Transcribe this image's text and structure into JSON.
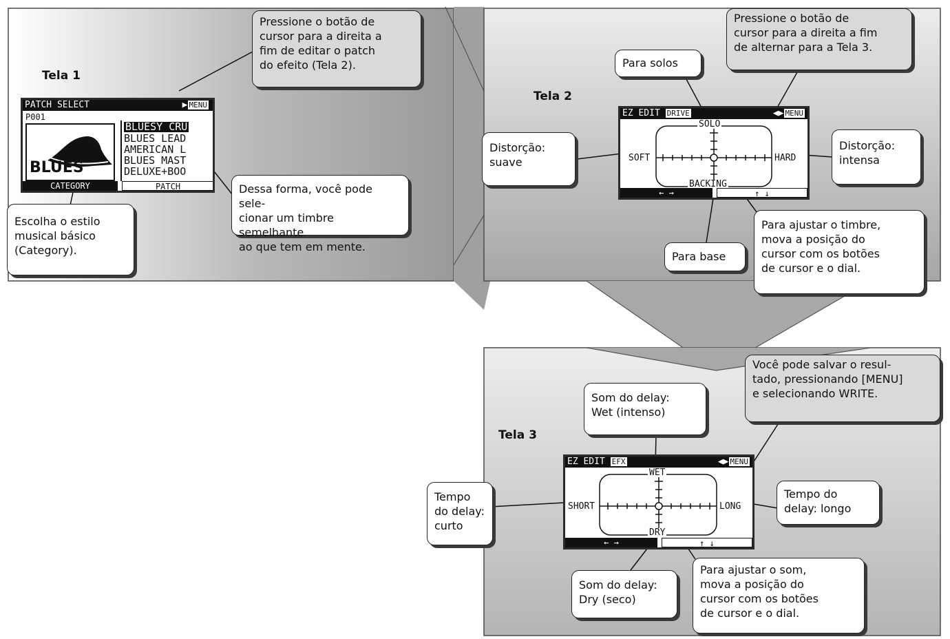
{
  "screens": [
    {
      "id": "tela1",
      "title": "Tela 1",
      "lcd": {
        "header": "PATCH SELECT",
        "menu": "MENU",
        "patch_number": "P001",
        "category_name": "BLUES",
        "patch_list": [
          "BLUESY CRU",
          "BLUES LEAD",
          "AMERICAN L",
          "BLUES MAST",
          "DELUXE+BOO"
        ],
        "footer_left": "CATEGORY",
        "footer_right": "PATCH"
      }
    },
    {
      "id": "tela2",
      "title": "Tela 2",
      "lcd": {
        "header": "EZ EDIT",
        "tab": "DRIVE",
        "menu": "MENU",
        "top_label": "SOLO",
        "bottom_label": "BACKING",
        "left_label": "SOFT",
        "right_label": "HARD",
        "footer_left": "← →",
        "footer_right": "↑ ↓"
      }
    },
    {
      "id": "tela3",
      "title": "Tela 3",
      "lcd": {
        "header": "EZ EDIT",
        "tab": "EFX",
        "menu": "MENU",
        "top_label": "WET",
        "bottom_label": "DRY",
        "left_label": "SHORT",
        "right_label": "LONG",
        "footer_left": "← →",
        "footer_right": "↑ ↓"
      }
    }
  ],
  "callouts": {
    "t1_cursor": [
      "Pressione o botão de",
      "cursor para a direita a",
      "fim de editar o patch",
      "do efeito (Tela 2)."
    ],
    "t1_category": [
      "Escolha o estilo",
      "musical básico",
      "(Category)."
    ],
    "t1_patch": [
      "Dessa forma, você pode sele-",
      "cionar um timbre semelhante",
      "ao que tem em mente."
    ],
    "t2_solo": [
      "Para solos"
    ],
    "t2_cursor": [
      "Pressione o botão de",
      "cursor para a direita a fim",
      "de alternar para a Tela 3."
    ],
    "t2_soft": [
      "Distorção:",
      "suave"
    ],
    "t2_hard": [
      "Distorção:",
      "intensa"
    ],
    "t2_adjust": [
      "Para ajustar o timbre,",
      "mova a posição do",
      "cursor com os botões",
      "de cursor e o dial."
    ],
    "t2_base": [
      "Para base"
    ],
    "t3_write": [
      "Você pode salvar o resul-",
      "tado, pressionando [MENU]",
      "e selecionando WRITE."
    ],
    "t3_wet": [
      "Som do delay:",
      "Wet (intenso)"
    ],
    "t3_short": [
      "Tempo",
      "do delay:",
      "curto"
    ],
    "t3_long": [
      "Tempo do",
      "delay: longo"
    ],
    "t3_dry": [
      "Som do delay:",
      "Dry (seco)"
    ],
    "t3_adjust": [
      "Para ajustar o som,",
      "mova a posição do",
      "cursor com os botões",
      "de cursor e o dial."
    ]
  }
}
